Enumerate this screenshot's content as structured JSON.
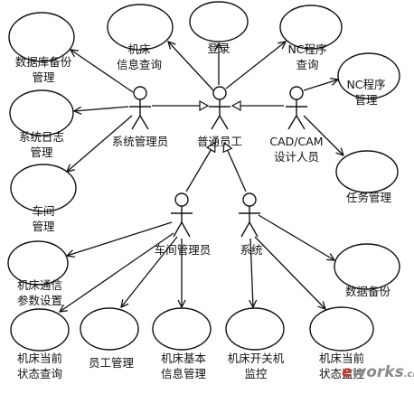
{
  "actors": {
    "sysadmin": "系统管理员",
    "employee": "普通员工",
    "cad_designer_line1": "CAD/CAM",
    "cad_designer_line2": "设计人员",
    "workshop_manager": "车间管理员",
    "system": "系统"
  },
  "use_cases": {
    "db_backup_line1": "数据库备份",
    "db_backup_line2": "管理",
    "machine_info_line1": "机床",
    "machine_info_line2": "信息查询",
    "login": "登录",
    "nc_query_line1": "NC程序",
    "nc_query_line2": "查询",
    "nc_manage_line1": "NC程序",
    "nc_manage_line2": "管理",
    "syslog_line1": "系统日志",
    "syslog_line2": "管理",
    "workshop_line1": "车间",
    "workshop_line2": "管理",
    "task_manage": "任务管理",
    "comm_params_line1": "机床通信",
    "comm_params_line2": "参数设置",
    "data_backup": "数据备份",
    "state_query_line1": "机床当前",
    "state_query_line2": "状态查询",
    "staff_manage": "员工管理",
    "basic_info_line1": "机床基本",
    "basic_info_line2": "信息管理",
    "onoff_monitor_line1": "机床开关机",
    "onoff_monitor_line2": "监控",
    "state_monitor_line1": "机床当前",
    "state_monitor_line2": "状态监控"
  },
  "watermark": {
    "prefix": "e",
    "text": "works",
    "suffix": ".cn"
  },
  "colors": {
    "line": "#111111",
    "watermark_red": "#c0392b",
    "watermark_grey": "#8a8a8a"
  }
}
